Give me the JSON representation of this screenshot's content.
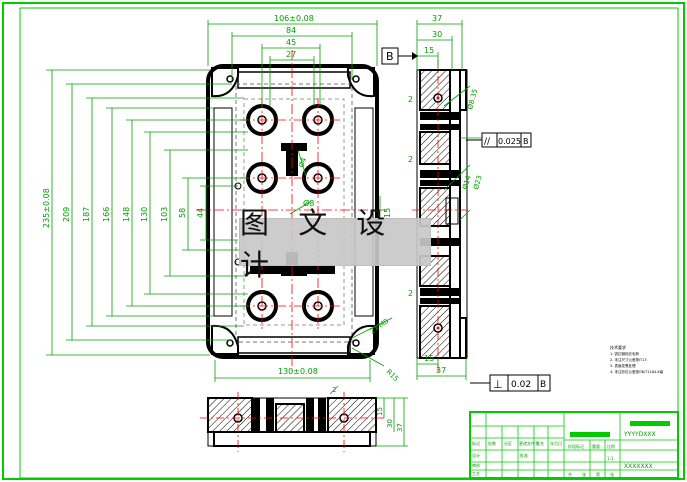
{
  "watermark": "图 文 设 计",
  "top_view": {
    "top_dims": [
      "106±0.08",
      "84",
      "45",
      "27"
    ],
    "left_dims": [
      "235±0.08",
      "209",
      "187",
      "166",
      "148",
      "130",
      "103",
      "58",
      "44"
    ],
    "mid_dims": [
      "Ø8",
      "Ø4",
      "15"
    ],
    "bottom_dim": "130±0.08",
    "corner_dims": [
      "2×M8",
      "R15"
    ]
  },
  "side_view": {
    "top_dims": [
      "37",
      "30",
      "15"
    ],
    "datum": "B",
    "right_dims": [
      "Ø8.35",
      "Ø14",
      "Ø23"
    ],
    "left_dims": [
      "2",
      "2",
      "2"
    ],
    "bottom_dims": [
      "15",
      "37"
    ],
    "parallel_tol": {
      "symbol": "//",
      "value": "0.025",
      "datum": "B"
    }
  },
  "perp_tol": {
    "symbol": "⊥",
    "value": "0.02",
    "datum": "B"
  },
  "bottom_view": {
    "dims": [
      "2",
      "15",
      "30",
      "37"
    ]
  },
  "notes": {
    "title": "技术要求",
    "lines": [
      "1. 锐边倒钝去毛刺",
      "2. 未注尺寸公差按IT13",
      "3. 表面发黑处理",
      "4. 未注形位公差按GB/T1184-K级"
    ]
  },
  "title_block": {
    "drawing_no": "YYYYDXXX",
    "part_name": "XXXXXXX",
    "scale": "1:1",
    "header_cells": [
      "标记",
      "处数",
      "分区",
      "更改文件号",
      "签名",
      "年月日"
    ],
    "row_labels": [
      "设计",
      "审核",
      "工艺",
      "批准"
    ],
    "mid_cells": [
      "阶段标记",
      "重量",
      "比例"
    ],
    "bottom_cells": [
      "共",
      "张",
      "第",
      "张"
    ]
  },
  "colors": {
    "outline": "#00cc00",
    "dim": "#00a000",
    "part": "#000000",
    "center": "#ff0000",
    "hatch": "#000000"
  }
}
